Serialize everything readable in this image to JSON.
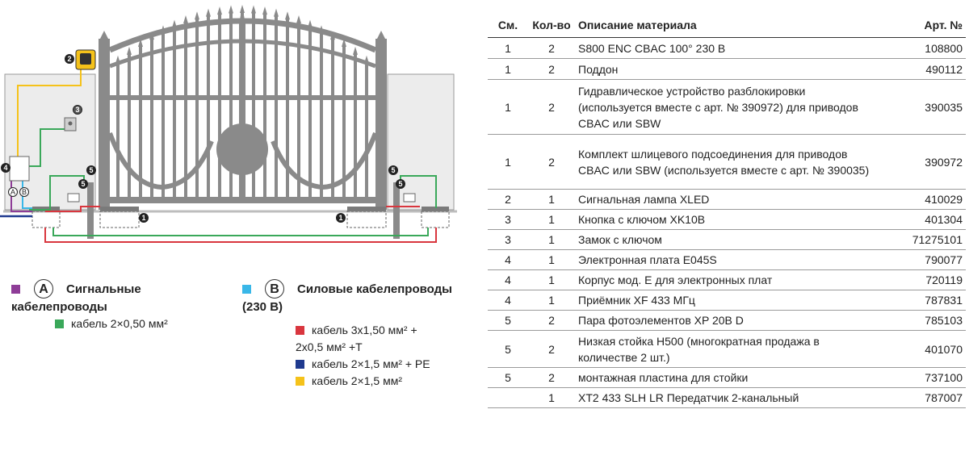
{
  "diagram": {
    "markers": [
      "1",
      "2",
      "3",
      "4",
      "5",
      "A",
      "B"
    ],
    "colors": {
      "gate": "#8a8a8a",
      "gate_dark": "#6b6b6b",
      "wall": "#ececec",
      "green": "#3aa85a",
      "red": "#d9363e",
      "blue": "#1f3a8f",
      "yellow": "#f5c21a",
      "cyan": "#39b7e8",
      "purple": "#8e3d97"
    }
  },
  "legend": {
    "signal": {
      "letter": "A",
      "title_line1": "Сигнальные",
      "title_line2": "кабелепроводы",
      "items": [
        {
          "color": "#3aa85a",
          "text": "кабель 2×0,50 мм²"
        }
      ]
    },
    "power": {
      "letter": "B",
      "title": "Силовые кабелепроводы",
      "voltage": "(230 В)",
      "items": [
        {
          "color": "#d9363e",
          "text": "кабель 3х1,50 мм² +",
          "text2": "2х0,5 мм² +Т"
        },
        {
          "color": "#1f3a8f",
          "text": "кабель 2×1,5 мм² + PE"
        },
        {
          "color": "#f5c21a",
          "text": "кабель 2×1,5 мм²"
        }
      ]
    }
  },
  "table": {
    "headers": [
      "См.",
      "Кол-во",
      "Описание материала",
      "Арт. №"
    ],
    "rows": [
      [
        "1",
        "2",
        "S800 ENC CBAC 100° 230 В",
        "108800"
      ],
      [
        "1",
        "2",
        "Поддон",
        "490112"
      ],
      [
        "1",
        "2",
        "Гидравлическое устройство разблокировки (используется вместе с арт. № 390972) для приводов CBAC или SBW",
        "390035"
      ],
      [
        "1",
        "2",
        "Комплект шлицевого подсоединения для приводов CBAC или SBW (используется вместе с арт. № 390035)",
        "390972"
      ],
      [
        "2",
        "1",
        "Сигнальная лампа XLED",
        "410029"
      ],
      [
        "3",
        "1",
        "Кнопка с ключом XK10B",
        "401304"
      ],
      [
        "3",
        "1",
        "Замок с ключом",
        "71275101"
      ],
      [
        "4",
        "1",
        "Электронная плата E045S",
        "790077"
      ],
      [
        "4",
        "1",
        "Корпус мод. E для электронных плат",
        "720119"
      ],
      [
        "4",
        "1",
        "Приёмник XF 433 МГц",
        "787831"
      ],
      [
        "5",
        "2",
        "Пара фотоэлементов XP 20B D",
        "785103"
      ],
      [
        "5",
        "2",
        "Низкая стойка H500 (многократная продажа в количестве 2 шт.)",
        "401070"
      ],
      [
        "5",
        "2",
        "монтажная пластина для стойки",
        "737100"
      ],
      [
        "",
        "1",
        "XT2 433 SLH LR Передатчик 2-канальный",
        "787007"
      ]
    ]
  }
}
